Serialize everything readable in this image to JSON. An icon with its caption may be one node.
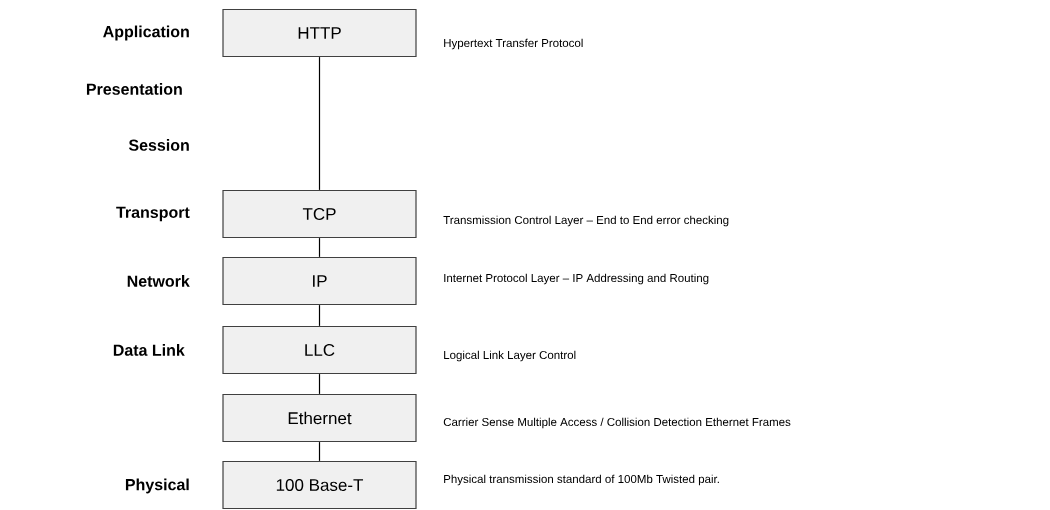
{
  "diagram": {
    "nodes": [
      {
        "text": [
          "HTTP"
        ],
        "beside": [
          "Hypertext Transfer Protocol"
        ]
      },
      {
        "text": [
          "TCP"
        ],
        "beside": [
          "Transmission Control Layer – End to End error checking"
        ]
      },
      {
        "text": [
          "IP"
        ],
        "beside": [
          "Internet Protocol Layer – IP Addressing and Routing"
        ]
      },
      {
        "text": [
          "LLC"
        ],
        "beside": [
          "Logical Link Layer Control"
        ]
      },
      {
        "text": [
          "Ethernet"
        ],
        "beside": [
          "Carrier Sense Multiple Access / Collision Detection Ethernet Frames"
        ]
      },
      {
        "text": [
          "100 Base-T"
        ],
        "beside": [
          "Physical transmission standard of 100Mb Twisted pair."
        ]
      }
    ],
    "edges": [
      {
        "from": 0,
        "to": 1,
        "arrow": "none"
      },
      {
        "from": 1,
        "to": 2,
        "arrow": "none"
      },
      {
        "from": 2,
        "to": 3,
        "arrow": "none"
      },
      {
        "from": 3,
        "to": 4,
        "arrow": "none"
      },
      {
        "from": 4,
        "to": 5,
        "arrow": "none"
      }
    ],
    "labels": [
      "Application",
      "Presentation",
      "Session",
      "Transport",
      "Network",
      "Data Link",
      "Physical"
    ]
  }
}
